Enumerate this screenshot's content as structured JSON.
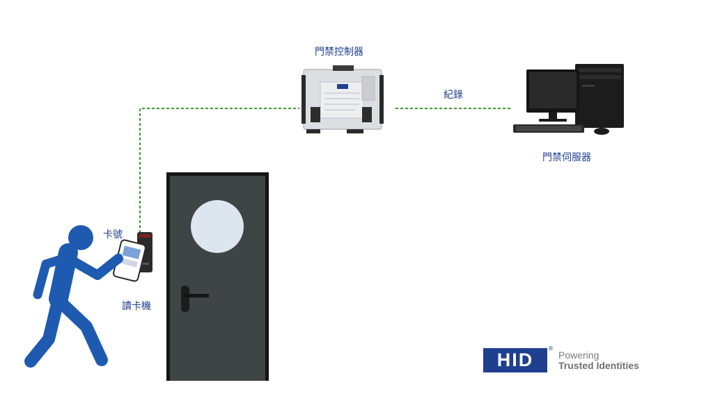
{
  "labels": {
    "controller": "門禁控制器",
    "record": "紀錄",
    "server": "門禁伺服器",
    "card_number": "卡號",
    "reader": "讀卡機"
  },
  "brand": {
    "name": "HID",
    "registered_mark": "®",
    "tagline_line1": "Powering",
    "tagline_line2": "Trusted Identities"
  },
  "colors": {
    "label_blue": "#1f3f8f",
    "link_green": "#3a9a2a",
    "door_gray": "#3f4444",
    "person_blue": "#1e5bb0"
  }
}
